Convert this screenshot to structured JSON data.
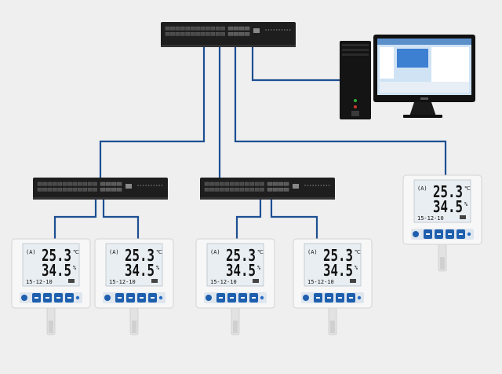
{
  "colors": {
    "background": "#efefef",
    "cable": "#1d4f92",
    "switch_body": "#1e1e1e",
    "port": "#4a4a4a",
    "lcd_bg": "#e8eef2",
    "lcd_text": "#111111",
    "device_body": "#f7f7f7",
    "key_blue": "#1e5fae",
    "monitor_bezel": "#111111",
    "monitor_screen": "#cfe3f5",
    "tower": "#141414"
  },
  "switches": [
    {
      "id": "core-switch",
      "icon": "network-switch-icon"
    },
    {
      "id": "access-switch-left",
      "icon": "network-switch-icon"
    },
    {
      "id": "access-switch-right",
      "icon": "network-switch-icon"
    }
  ],
  "computer": {
    "icon": "desktop-computer-icon"
  },
  "sensor_display": {
    "channel": "(A)",
    "temperature": "25.3",
    "temperature_unit": "℃",
    "humidity": "34.5",
    "humidity_unit": "%",
    "date": "15-12-10",
    "probe_icon": "sensor-probe-icon",
    "key_icons": [
      "power-key-icon",
      "up-key-icon",
      "down-key-icon",
      "set-key-icon"
    ]
  },
  "sensors": [
    {
      "id": "sensor-1"
    },
    {
      "id": "sensor-2"
    },
    {
      "id": "sensor-3"
    },
    {
      "id": "sensor-4"
    },
    {
      "id": "sensor-5"
    }
  ]
}
